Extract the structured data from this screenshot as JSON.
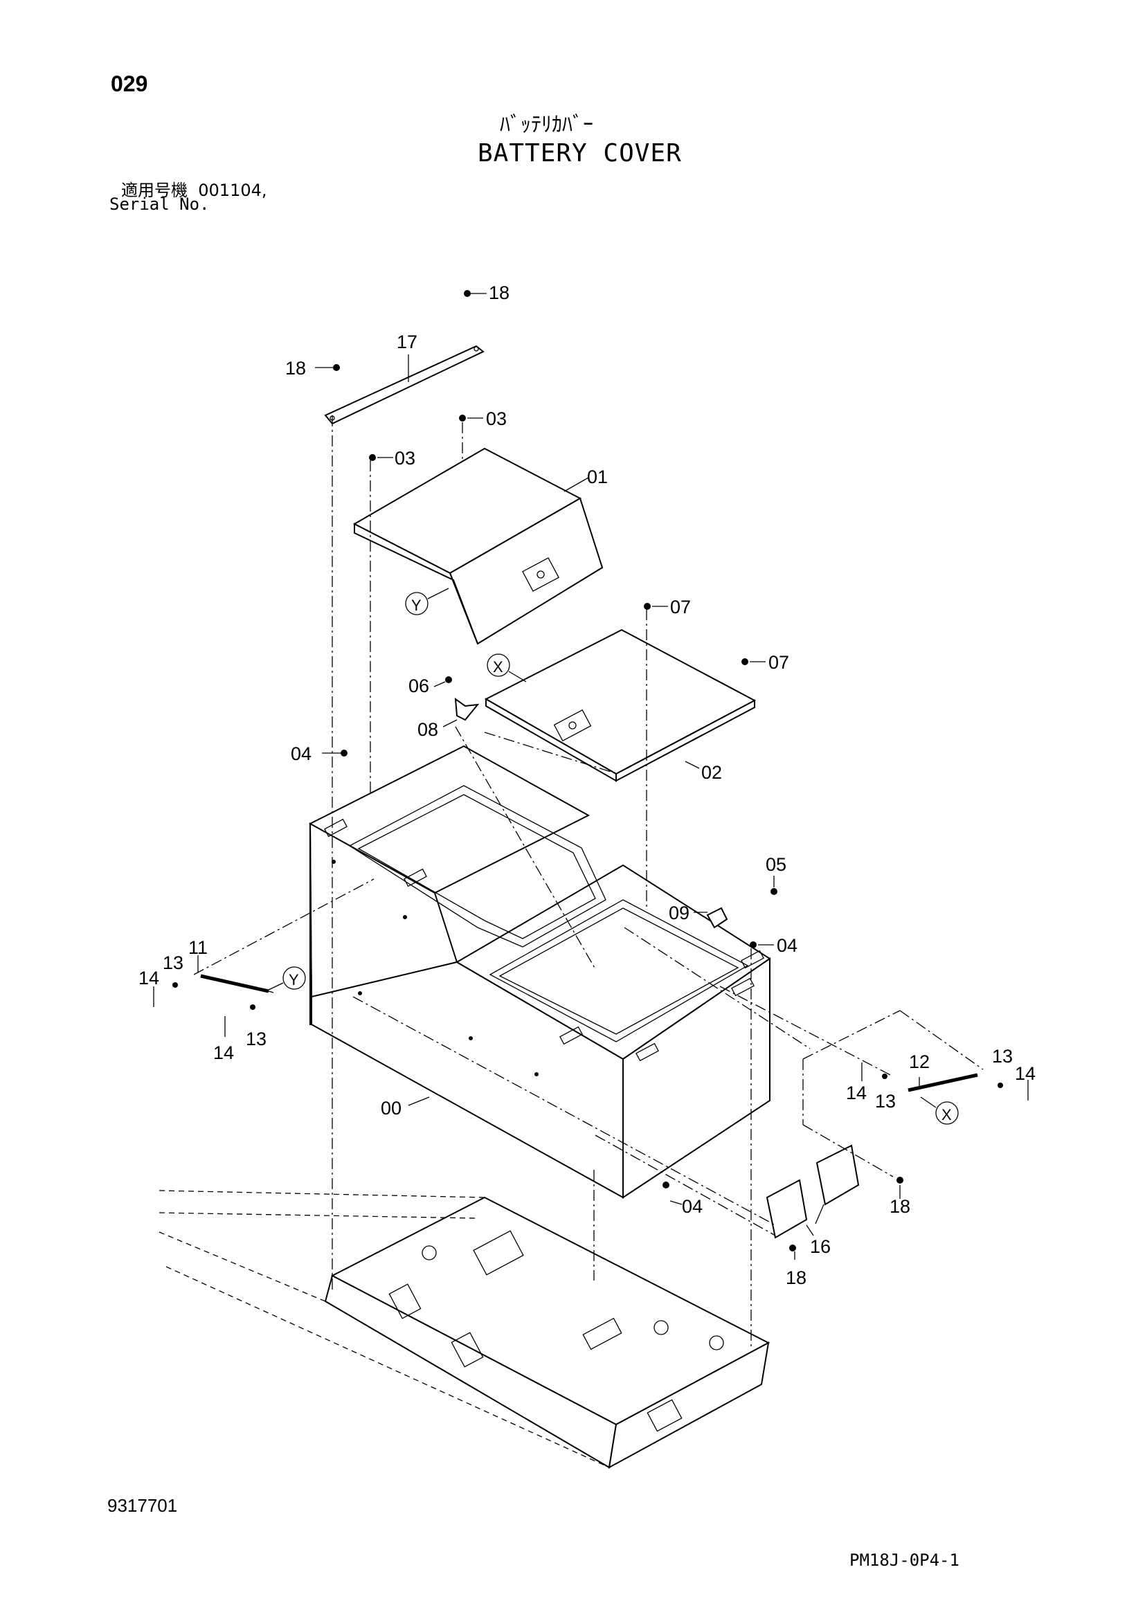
{
  "header": {
    "page_number": "029",
    "title_jp": "ﾊﾞｯﾃﾘｶﾊﾞｰ",
    "title_en": "BATTERY COVER",
    "serial_line_jp": "適用号機  001104,",
    "serial_line_en": "Serial No."
  },
  "footer": {
    "document_number": "9317701",
    "plate_code": "PM18J-0P4-1"
  },
  "callouts": [
    {
      "id": "18",
      "label": "18"
    },
    {
      "id": "17",
      "label": "17"
    },
    {
      "id": "18b",
      "label": "18"
    },
    {
      "id": "03",
      "label": "03"
    },
    {
      "id": "03b",
      "label": "03"
    },
    {
      "id": "01",
      "label": "01"
    },
    {
      "id": "07",
      "label": "07"
    },
    {
      "id": "07b",
      "label": "07"
    },
    {
      "id": "06",
      "label": "06"
    },
    {
      "id": "08",
      "label": "08"
    },
    {
      "id": "04",
      "label": "04"
    },
    {
      "id": "02",
      "label": "02"
    },
    {
      "id": "05",
      "label": "05"
    },
    {
      "id": "09",
      "label": "09"
    },
    {
      "id": "04b",
      "label": "04"
    },
    {
      "id": "11",
      "label": "11"
    },
    {
      "id": "13",
      "label": "13"
    },
    {
      "id": "14",
      "label": "14"
    },
    {
      "id": "14b",
      "label": "14"
    },
    {
      "id": "13b",
      "label": "13"
    },
    {
      "id": "12",
      "label": "12"
    },
    {
      "id": "13c",
      "label": "13"
    },
    {
      "id": "14c",
      "label": "14"
    },
    {
      "id": "14d",
      "label": "14"
    },
    {
      "id": "13d",
      "label": "13"
    },
    {
      "id": "00",
      "label": "00"
    },
    {
      "id": "04c",
      "label": "04"
    },
    {
      "id": "18c",
      "label": "18"
    },
    {
      "id": "16",
      "label": "16"
    },
    {
      "id": "18d",
      "label": "18"
    }
  ],
  "reference_marks": [
    {
      "id": "Y1",
      "label": "Y"
    },
    {
      "id": "X1",
      "label": "X"
    },
    {
      "id": "Y2",
      "label": "Y"
    },
    {
      "id": "X2",
      "label": "X"
    }
  ]
}
